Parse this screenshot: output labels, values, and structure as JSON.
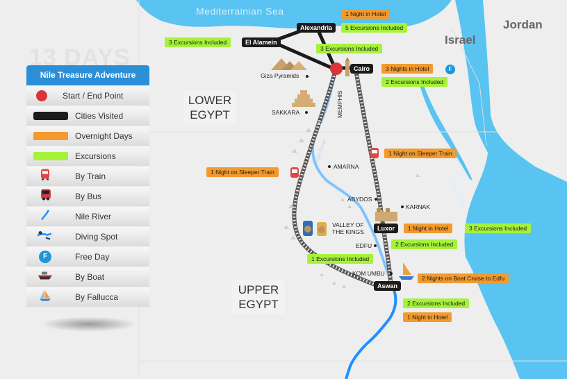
{
  "seas": {
    "mediterranean": "Mediterrainian Sea",
    "red": "Red Sea"
  },
  "countries": {
    "israel": "Israel",
    "jordan": "Jordan"
  },
  "regions": {
    "lower": [
      "LOWER",
      "EGYPT"
    ],
    "upper": [
      "UPPER",
      "EGYPT"
    ]
  },
  "days_watermark": "13 DAYS",
  "legend": {
    "title": "Nile Treasure Adventure",
    "items": [
      {
        "label": "Start / End Point",
        "icon": "start-end-dot"
      },
      {
        "label": "Cities Visited",
        "icon": "city-bar"
      },
      {
        "label": "Overnight Days",
        "icon": "orange-bar"
      },
      {
        "label": "Excursions",
        "icon": "green-bar"
      },
      {
        "label": "By Train",
        "icon": "train-icon"
      },
      {
        "label": "By Bus",
        "icon": "bus-icon"
      },
      {
        "label": "Nile River",
        "icon": "river-icon"
      },
      {
        "label": "Diving Spot",
        "icon": "diver-icon"
      },
      {
        "label": "Free Day",
        "icon": "free-day-icon"
      },
      {
        "label": "By Boat",
        "icon": "boat-icon"
      },
      {
        "label": "By Fallucca",
        "icon": "felucca-icon"
      }
    ]
  },
  "free_day_letter": "F",
  "cities": {
    "alexandria": "Alexandria",
    "el_alamein": "El Alamein",
    "cairo": "Cairo",
    "luxor": "Luxor",
    "aswan": "Aswan"
  },
  "places": {
    "giza": "Giza Pyramids",
    "sakkara": "SAKKARA",
    "memphis": "MEMPHIS",
    "nile_river": "Nile River",
    "amarna": "AMARNA",
    "abydos": "ABYDOS",
    "karnak": "KARNAK",
    "valley": [
      "VALLEY OF",
      "THE KINGS"
    ],
    "edfu": "EDFU",
    "kom_umbu": "KOM UMBU"
  },
  "tags": {
    "alex_night": "1 Night in Hotel",
    "alex_exc": "5 Excursions Included",
    "alamein_exc": "3 Excursions Included",
    "cairo_exc3": "3 Excursions Included",
    "cairo_nights": "3 Nights in Hotel",
    "cairo_exc2": "2 Excursions Included",
    "train_right": "1 Night on Sleeper Train",
    "train_left": "1 Night on Sleeper Train",
    "luxor_night": "1 Night in Hotel",
    "luxor_exc3": "3 Excursions Included",
    "luxor_exc2": "2 Excursions Included",
    "bus_exc1": "1 Excursions Included",
    "boat": "2 Nights on Boat Cruise to Edfu",
    "aswan_exc2": "2 Excursions Included",
    "aswan_night": "1 Night in Hotel"
  },
  "colors": {
    "sea": "#59c3f1",
    "land": "#eeeeee",
    "river": "#1e90ff",
    "track": "#555555",
    "legend_header": "#2b8fd8",
    "overnight": "#f29a2e",
    "excursion": "#a6f23a",
    "start_end": "#d9343a",
    "city_bg": "#1b1b1b"
  }
}
